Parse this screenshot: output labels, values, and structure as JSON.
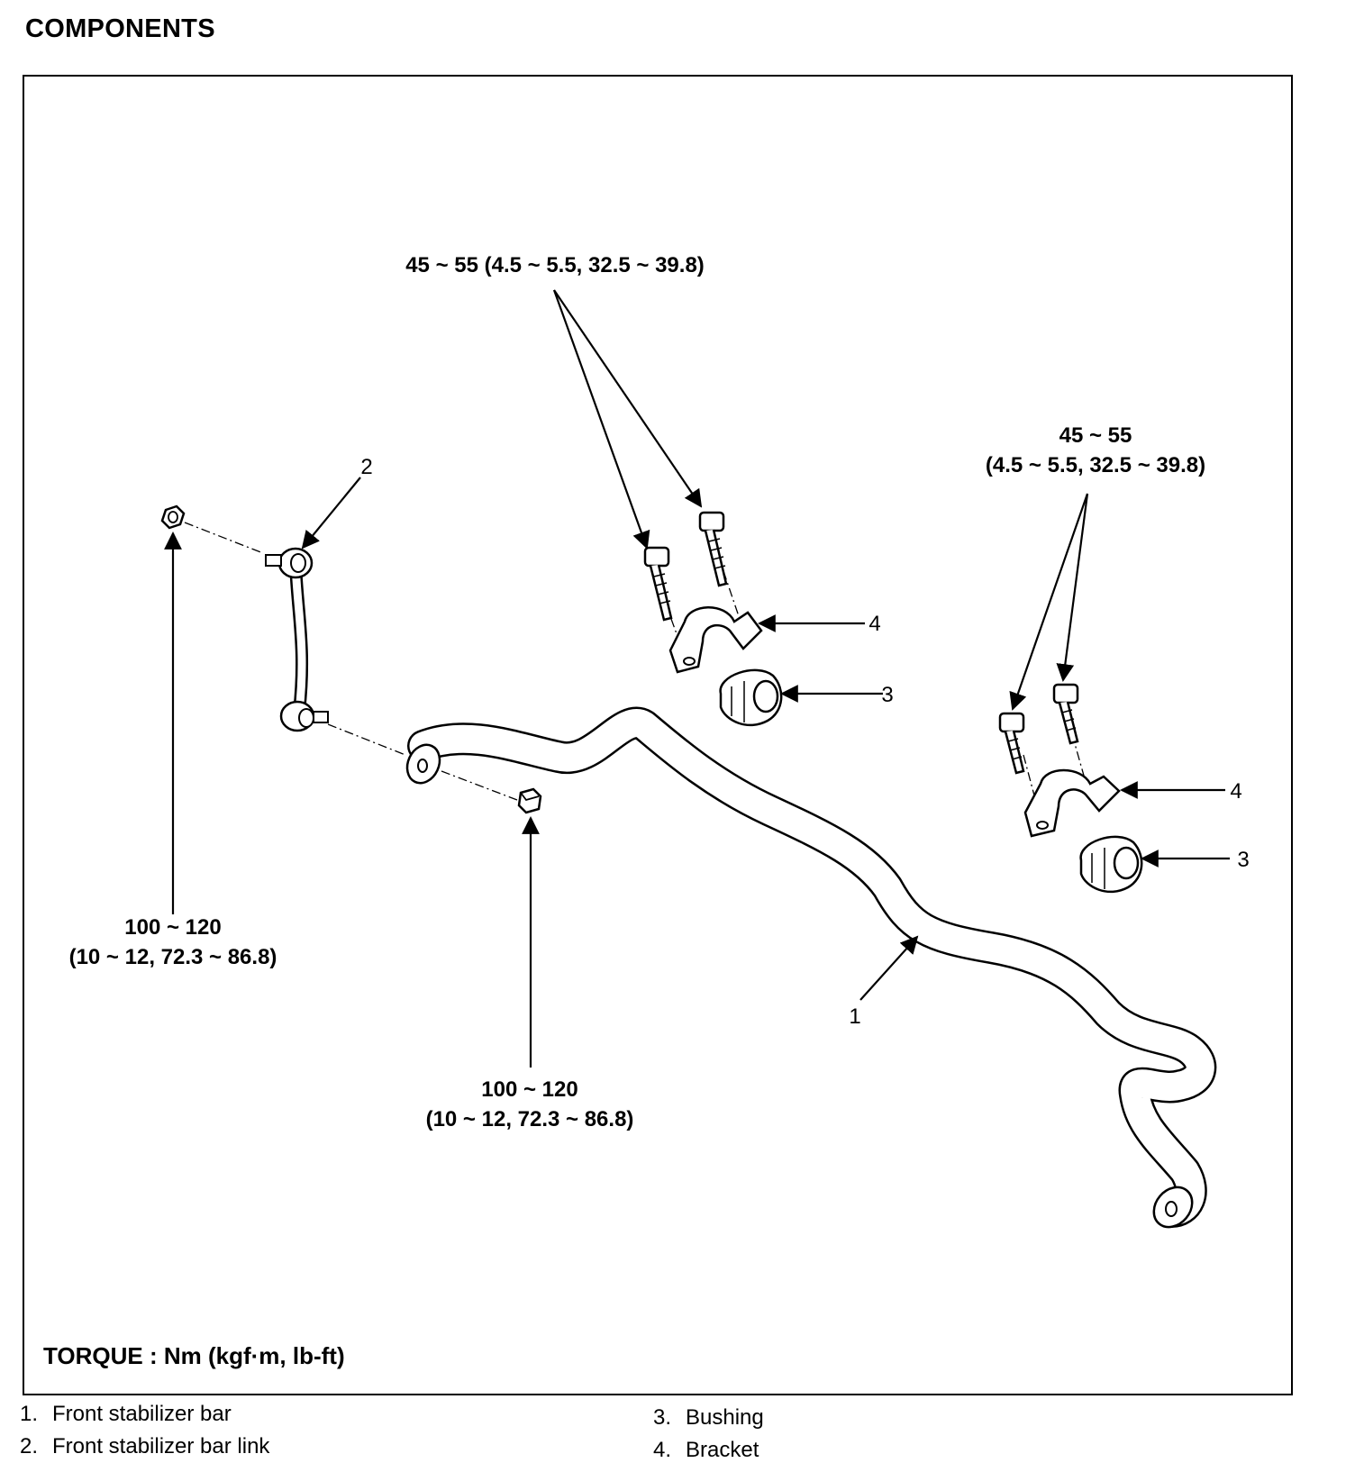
{
  "heading": "COMPONENTS",
  "torque_note": "TORQUE : Nm (kgf·m, lb-ft)",
  "torque_labels": {
    "bracket_bolts_left": "45 ~ 55 (4.5 ~ 5.5, 32.5 ~ 39.8)",
    "bracket_bolts_right_line1": "45 ~ 55",
    "bracket_bolts_right_line2": "(4.5 ~ 5.5, 32.5 ~ 39.8)",
    "link_nut_upper_line1": "100 ~ 120",
    "link_nut_upper_line2": "(10 ~ 12, 72.3 ~ 86.8)",
    "link_nut_lower_line1": "100 ~ 120",
    "link_nut_lower_line2": "(10 ~ 12, 72.3 ~ 86.8)"
  },
  "callouts": {
    "bar": "1",
    "link": "2",
    "bushing_left": "3",
    "bracket_left": "4",
    "bushing_right": "3",
    "bracket_right": "4"
  },
  "legend": [
    {
      "num": "1.",
      "label": "Front stabilizer bar"
    },
    {
      "num": "2.",
      "label": "Front stabilizer bar link"
    },
    {
      "num": "3.",
      "label": "Bushing"
    },
    {
      "num": "4.",
      "label": "Bracket"
    }
  ],
  "colors": {
    "line": "#000000",
    "background": "#ffffff"
  }
}
